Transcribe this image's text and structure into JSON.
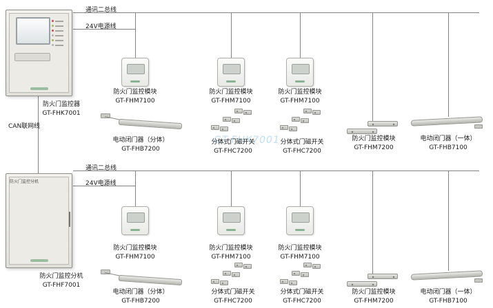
{
  "diagram": {
    "watermark": "GT-FHK7001",
    "can_label": "CAN联网线"
  },
  "main_cabinet": {
    "name": "防火门监控器",
    "model": "GT-FHK7001"
  },
  "sub_cabinet": {
    "name": "防火门监控分机",
    "model": "GT-FHF7001",
    "door_label": "防火门监控分机"
  },
  "sections": [
    {
      "comm_label": "通讯二总线",
      "power_label": "24V电源线",
      "modules": [
        {
          "name": "防火门监控模块",
          "model": "GT-FHM7100"
        },
        {
          "name": "防火门监控模块",
          "model": "GT-FHM7100"
        },
        {
          "name": "防火门监控模块",
          "model": "GT-FHM7100"
        }
      ],
      "devices": [
        {
          "name": "电动闭门器（分体）",
          "model": "GT-FHB7200"
        },
        {
          "name": "分体式门磁开关",
          "model": "GT-FHC7200"
        },
        {
          "name": "分体式门磁开关",
          "model": "GT-FHC7200"
        },
        {
          "name": "防火门监控模块",
          "model": "GT-FHM7200"
        },
        {
          "name": "电动闭门器（一体）",
          "model": "GT-FHB7100"
        }
      ]
    },
    {
      "comm_label": "通讯二总线",
      "power_label": "24V电源线",
      "modules": [
        {
          "name": "防火门监控模块",
          "model": "GT-FHM7100"
        },
        {
          "name": "防火门监控模块",
          "model": "GT-FHM7100"
        },
        {
          "name": "防火门监控模块",
          "model": "GT-FHM7100"
        }
      ],
      "devices": [
        {
          "name": "电动闭门器（分体）",
          "model": "GT-FHB7200"
        },
        {
          "name": "分体式门磁开关",
          "model": "GT-FHC7200"
        },
        {
          "name": "分体式门磁开关",
          "model": "GT-FHC7200"
        },
        {
          "name": "防火门监控模块",
          "model": "GT-FHM7200"
        },
        {
          "name": "电动闭门器（一体）",
          "model": "GT-FHB7100"
        }
      ]
    }
  ]
}
